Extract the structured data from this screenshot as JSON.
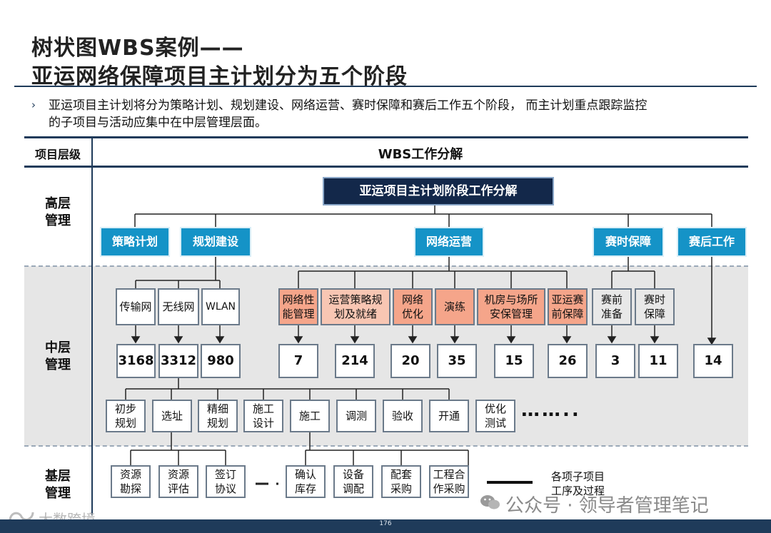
{
  "title": {
    "line1": "树状图WBS案例——",
    "line2": "亚运网络保障项目主计划分为五个阶段"
  },
  "note": {
    "bullet_icon": "chevron-right-icon",
    "line1": "亚运项目主计划将分为策略计划、规划建设、网络运营、赛时保障和赛后工作五个阶段， 而主计划重点跟踪监控",
    "line2": "的子项目与活动应集中在中层管理层面。"
  },
  "table_header": {
    "left": "项目层级",
    "right": "WBS工作分解"
  },
  "levels": {
    "high": [
      "高层",
      "管理"
    ],
    "mid": [
      "中层",
      "管理"
    ],
    "base": [
      "基层",
      "管理"
    ]
  },
  "root": "亚运项目主计划阶段工作分解",
  "phases": {
    "strategy": "策略计划",
    "planning": "规划建设",
    "operation": "网络运营",
    "games": "赛时保障",
    "post": "赛后工作"
  },
  "mid_items": {
    "transmission": "传输网",
    "wireless": "无线网",
    "wlan": "WLAN",
    "perf": [
      "网络性",
      "能管理"
    ],
    "ops_strategy": [
      "运营策略规",
      "划及就绪"
    ],
    "optimize": [
      "网络",
      "优化"
    ],
    "drill": "演练",
    "room": [
      "机房与场所",
      "安保管理"
    ],
    "pre_games": [
      "亚运赛",
      "前保障"
    ],
    "games_prep": [
      "赛前",
      "准备"
    ],
    "games_guard": [
      "赛时",
      "保障"
    ]
  },
  "counts": {
    "transmission": "3168",
    "wireless": "3312",
    "wlan": "980",
    "perf": "7",
    "ops_strategy": "214",
    "optimize": "20",
    "drill": "35",
    "room": "15",
    "pre_games": "26",
    "games_prep": "3",
    "games_guard": "11",
    "post": "14"
  },
  "sub_items": [
    [
      "初步",
      "规划"
    ],
    [
      "选址"
    ],
    [
      "精细",
      "规划"
    ],
    [
      "施工",
      "设计"
    ],
    [
      "施工"
    ],
    [
      "调测"
    ],
    [
      "验收"
    ],
    [
      "开通"
    ],
    [
      "优化",
      "测试"
    ]
  ],
  "ellipsis": "……..",
  "base_items": [
    [
      "资源",
      "勘探"
    ],
    [
      "资源",
      "评估"
    ],
    [
      "签订",
      "协议"
    ],
    [
      "确认",
      "库存"
    ],
    [
      "设备",
      "调配"
    ],
    [
      "配套",
      "采购"
    ],
    [
      "工程合",
      "作采购"
    ]
  ],
  "legend": [
    "各项子项目",
    "工序及过程"
  ],
  "watermark": {
    "wechat": "公众号 · 领导者管理笔记",
    "brand": "大数跨境"
  },
  "page_number": "176",
  "colors": {
    "navy": "#13284a",
    "cyan": "#1593c7",
    "salmon": "#f5a58a",
    "band_gray": "#e6e6e6"
  }
}
